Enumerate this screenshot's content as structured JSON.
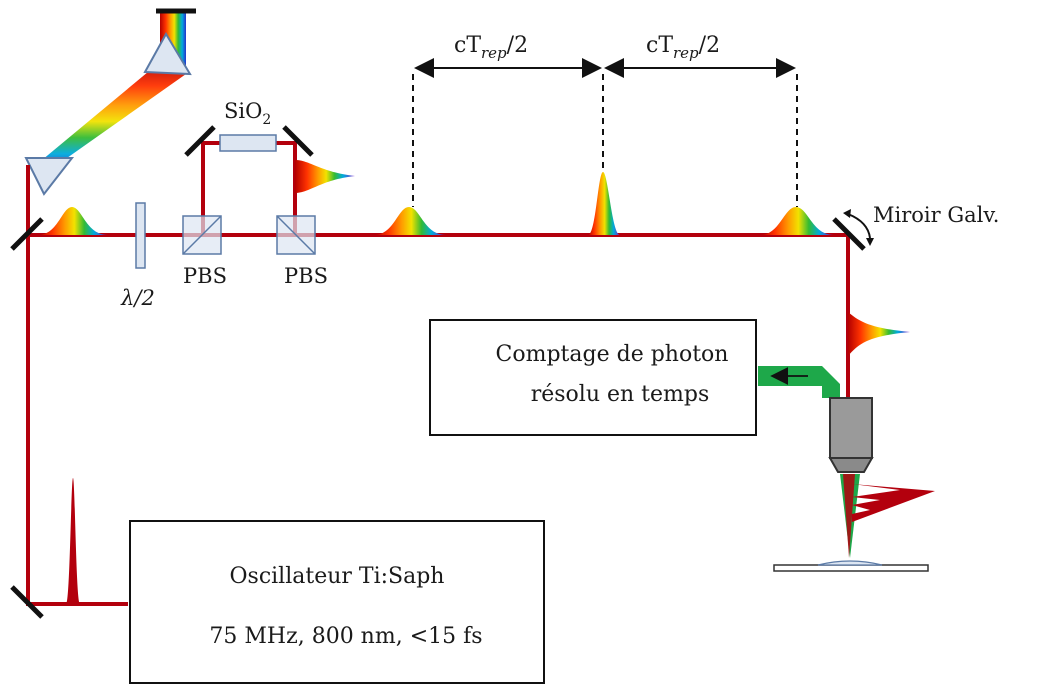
{
  "labels": {
    "oscillator_line1": "Oscillateur Ti:Saph",
    "oscillator_line2": "75 MHz, 800 nm, <15 fs",
    "counting_line1": "Comptage de photon",
    "counting_line2": "résolu en temps",
    "galvo_mirror": "Miroir Galv.",
    "pbs_left": "PBS",
    "pbs_right": "PBS",
    "half_wave_plate": "λ/2",
    "sio2_base": "SiO",
    "sio2_sub": "2",
    "delay_left_base": "cT",
    "delay_left_sub": "rep",
    "delay_left_tail": "/2",
    "delay_right_base": "cT",
    "delay_right_sub": "rep",
    "delay_right_tail": "/2"
  },
  "colors": {
    "beam": "#b3000d",
    "fluorescence": "#1ea84a",
    "component_outline": "#5b7aa6",
    "component_fill": "#dde6f2",
    "objective_fill": "#9a9a9a"
  }
}
